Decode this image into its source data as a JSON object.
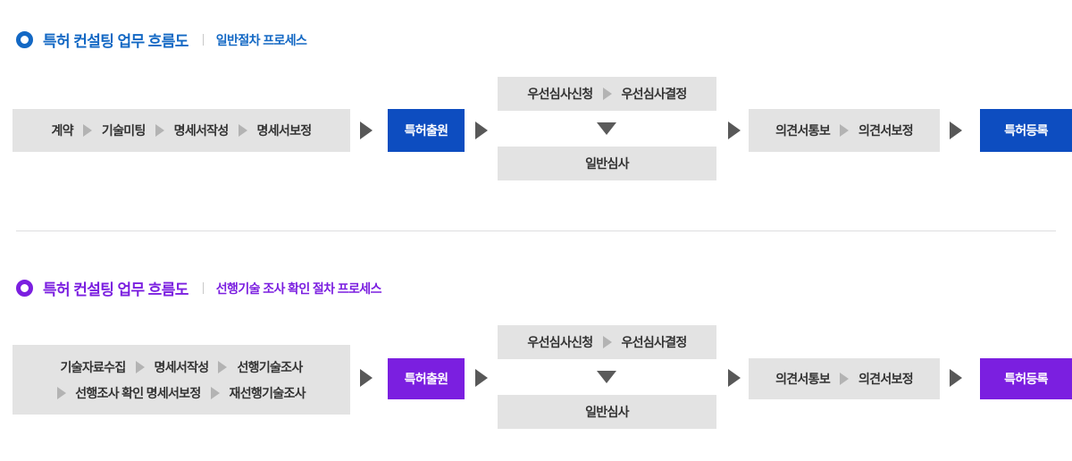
{
  "page": {
    "background": "#ffffff",
    "colors": {
      "blue": "#0d4dc0",
      "blue_text": "#1368c4",
      "purple": "#7B1FE0",
      "gray_box": "#e3e3e3",
      "text_dark": "#333333",
      "mini_arrow": "#b3b3b3",
      "big_arrow": "#585858",
      "divider": "#dededf"
    }
  },
  "sections": [
    {
      "id": "general-process",
      "header": {
        "icon": "ring-icon",
        "title": "특허 컨설팅 업무 흐름도",
        "separator": "|",
        "subtitle": "일반절차 프로세스",
        "accent": "#1368c4"
      },
      "flow": {
        "stage1_steps": [
          "계약",
          "기술미팅",
          "명세서작성",
          "명세서보정"
        ],
        "stage2_label": "특허출원",
        "stage3_top_steps": [
          "우선심사신청",
          "우선심사결정"
        ],
        "stage3_bottom_label": "일반심사",
        "stage4_steps": [
          "의견서통보",
          "의견서보정"
        ],
        "stage5_label": "특허등록"
      }
    },
    {
      "id": "prior-art-process",
      "header": {
        "icon": "ring-icon",
        "title": "특허 컨설팅 업무 흐름도",
        "separator": "|",
        "subtitle": "선행기술 조사 확인 절차 프로세스",
        "accent": "#7B1FE0"
      },
      "flow": {
        "stage1_line1": [
          "기술자료수집",
          "명세서작성",
          "선행기술조사"
        ],
        "stage1_line2": [
          "선행조사 확인 명세서보정",
          "재선행기술조사"
        ],
        "stage2_label": "특허출원",
        "stage3_top_steps": [
          "우선심사신청",
          "우선심사결정"
        ],
        "stage3_bottom_label": "일반심사",
        "stage4_steps": [
          "의견서통보",
          "의견서보정"
        ],
        "stage5_label": "특허등록"
      }
    }
  ]
}
